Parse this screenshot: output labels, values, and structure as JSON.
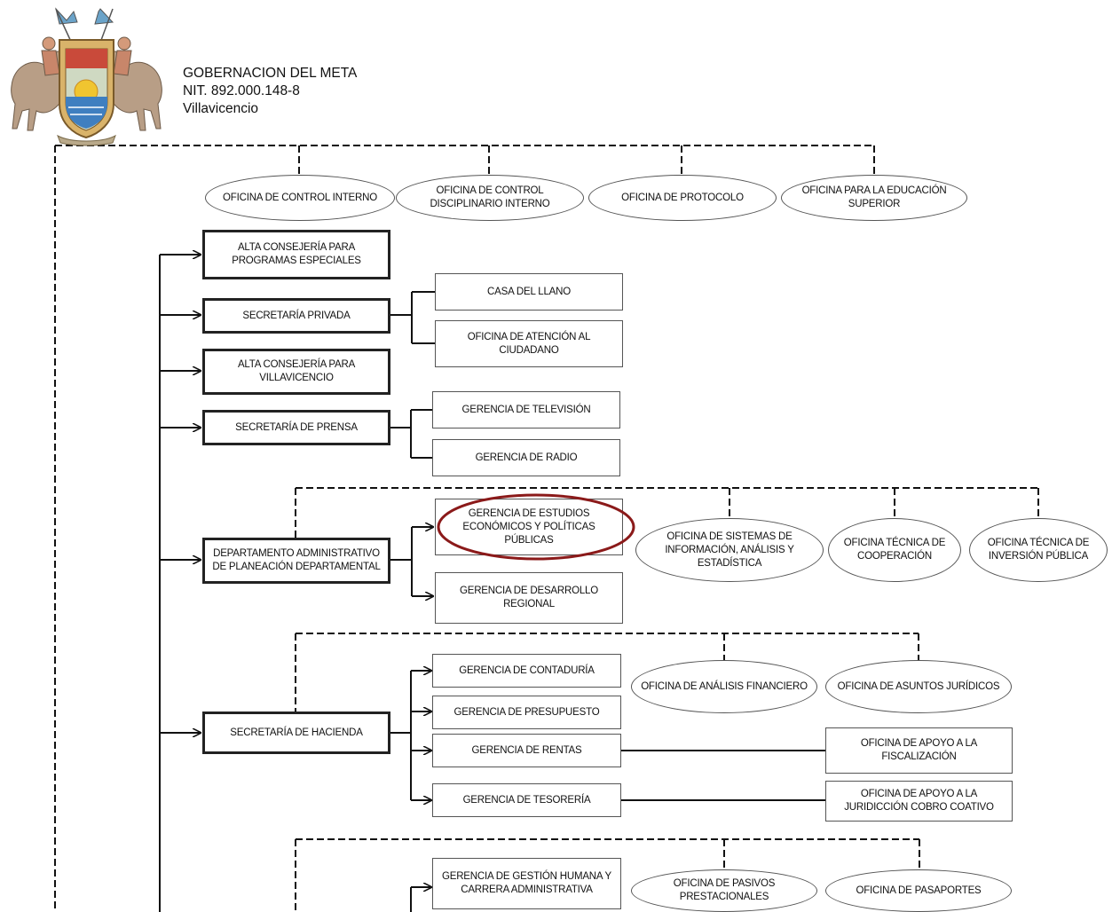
{
  "header": {
    "org_name": "GOBERNACION DEL META",
    "nit": "NIT. 892.000.148-8",
    "city": "Villavicencio"
  },
  "offices_top": [
    "OFICINA DE CONTROL INTERNO",
    "OFICINA DE CONTROL DISCIPLINARIO INTERNO",
    "OFICINA DE PROTOCOLO",
    "OFICINA PARA LA EDUCACIÓN SUPERIOR"
  ],
  "units": {
    "alta_consejeria_programas": "ALTA CONSEJERÍA PARA PROGRAMAS ESPECIALES",
    "secretaria_privada": "SECRETARÍA PRIVADA",
    "casa_del_llano": "CASA DEL LLANO",
    "oficina_atencion_ciudadano": "OFICINA DE ATENCIÓN AL CIUDADANO",
    "alta_consejeria_villavicencio": "ALTA CONSEJERÍA PARA VILLAVICENCIO",
    "secretaria_prensa": "SECRETARÍA DE PRENSA",
    "gerencia_television": "GERENCIA DE TELEVISIÓN",
    "gerencia_radio": "GERENCIA DE RADIO",
    "departamento_planeacion": "DEPARTAMENTO ADMINISTRATIVO DE PLANEACIÓN DEPARTAMENTAL",
    "gerencia_estudios": "GERENCIA DE ESTUDIOS ECONÓMICOS Y POLÍTICAS PÚBLICAS",
    "gerencia_desarrollo": "GERENCIA DE DESARROLLO REGIONAL",
    "oficina_sistemas": "OFICINA DE SISTEMAS DE INFORMACIÓN, ANÁLISIS Y ESTADÍSTICA",
    "oficina_cooperacion": "OFICINA TÉCNICA DE COOPERACIÓN",
    "oficina_inversion": "OFICINA TÉCNICA DE INVERSIÓN PÚBLICA",
    "secretaria_hacienda": "SECRETARÍA DE HACIENDA",
    "gerencia_contaduria": "GERENCIA DE CONTADURÍA",
    "gerencia_presupuesto": "GERENCIA DE PRESUPUESTO",
    "gerencia_rentas": "GERENCIA DE RENTAS",
    "gerencia_tesoreria": "GERENCIA DE TESORERÍA",
    "oficina_analisis_financiero": "OFICINA DE ANÁLISIS FINANCIERO",
    "oficina_asuntos_juridicos": "OFICINA DE ASUNTOS JURÍDICOS",
    "oficina_fiscalizacion": "OFICINA DE APOYO A LA FISCALIZACIÓN",
    "oficina_cobro_coativo": "OFICINA DE APOYO A LA JURIDICCIÓN COBRO COATIVO",
    "gerencia_gestion_humana": "GERENCIA DE GESTIÓN HUMANA Y CARRERA ADMINISTRATIVA",
    "oficina_pasivos": "OFICINA DE PASIVOS PRESTACIONALES",
    "oficina_pasaportes": "OFICINA DE PASAPORTES"
  },
  "highlight_color": "#8b1a1a"
}
